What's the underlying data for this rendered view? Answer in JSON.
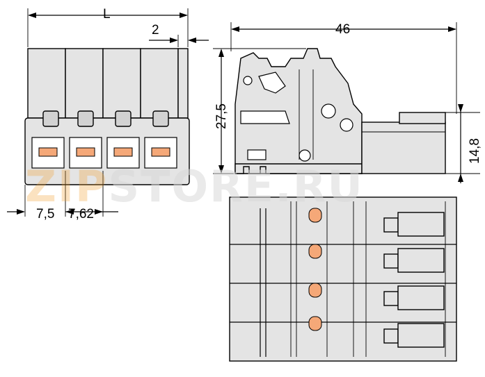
{
  "dimensions": {
    "length": "L",
    "offset": "2",
    "width": "46",
    "height": "27,5",
    "pin_height": "14,8",
    "edge_to_pin": "7,5",
    "pitch": "7,62"
  },
  "watermark": {
    "accent_text": "ZIP",
    "text": "STORE.RU",
    "accent_color": "#f0a030",
    "text_color": "#d9d9d9"
  },
  "colors": {
    "housing": "#e4e4e4",
    "contact": "#f5a878",
    "line": "#000000"
  },
  "views": {
    "front_pole_count": 4,
    "top_pole_count": 4
  }
}
